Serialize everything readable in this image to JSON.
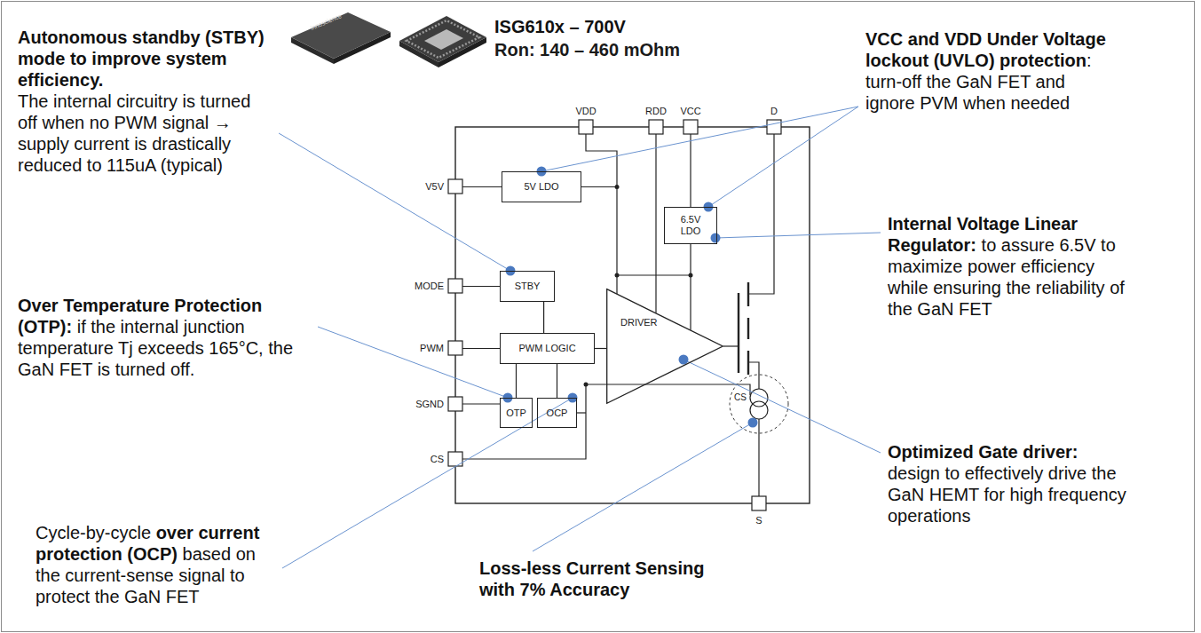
{
  "diagram": {
    "title": "ISG610x – 700V",
    "nodes": [
      {
        "text": [
          "5V LDO"
        ]
      },
      {
        "text": [
          "6.5V LDO"
        ]
      },
      {
        "text": [
          "STBY"
        ]
      },
      {
        "text": [
          "PWM LOGIC"
        ]
      },
      {
        "text": [
          "DRIVER"
        ]
      },
      {
        "text": [
          "OTP"
        ]
      },
      {
        "text": [
          "OCP"
        ]
      }
    ],
    "edges": [
      {
        "from": 2,
        "to": 3,
        "arrow": "none"
      },
      {
        "from": 3,
        "to": 4,
        "arrow": "none"
      },
      {
        "from": 5,
        "to": 3,
        "arrow": "none"
      },
      {
        "from": 6,
        "to": 3,
        "arrow": "none"
      },
      {
        "from": 0,
        "to": 4,
        "arrow": "none"
      },
      {
        "from": 1,
        "to": 4,
        "arrow": "none"
      }
    ],
    "labels": [
      "Ron: 140 – 460 mOhm",
      "innoscience",
      "VDD",
      "RDD",
      "VCC",
      "D",
      "V5V",
      "MODE",
      "PWM",
      "SGND",
      "CS",
      "S",
      "CS",
      "Autonomous standby (STBY) mode to improve system efficiency.",
      "The internal circuitry is turned off when no PWM signal → supply current is drastically reduced to 115uA (typical)",
      "Over Temperature Protection (OTP):",
      "if the internal junction temperature Tj exceeds 165°C, the GaN FET is turned off.",
      "Cycle-by-cycle",
      "over current protection (OCP)",
      "based on the current-sense signal to protect the GaN FET",
      "Loss-less Current Sensing with 7% Accuracy",
      "VCC and VDD Under Voltage lockout (UVLO) protection",
      ": turn-off the GaN FET and ignore PVM when needed",
      "Internal Voltage Linear Regulator:",
      "to assure 6.5V to maximize power efficiency while ensuring the reliability of the GaN FET",
      "Optimized Gate driver:",
      "design to effectively drive the GaN HEMT for high frequency operations"
    ]
  }
}
